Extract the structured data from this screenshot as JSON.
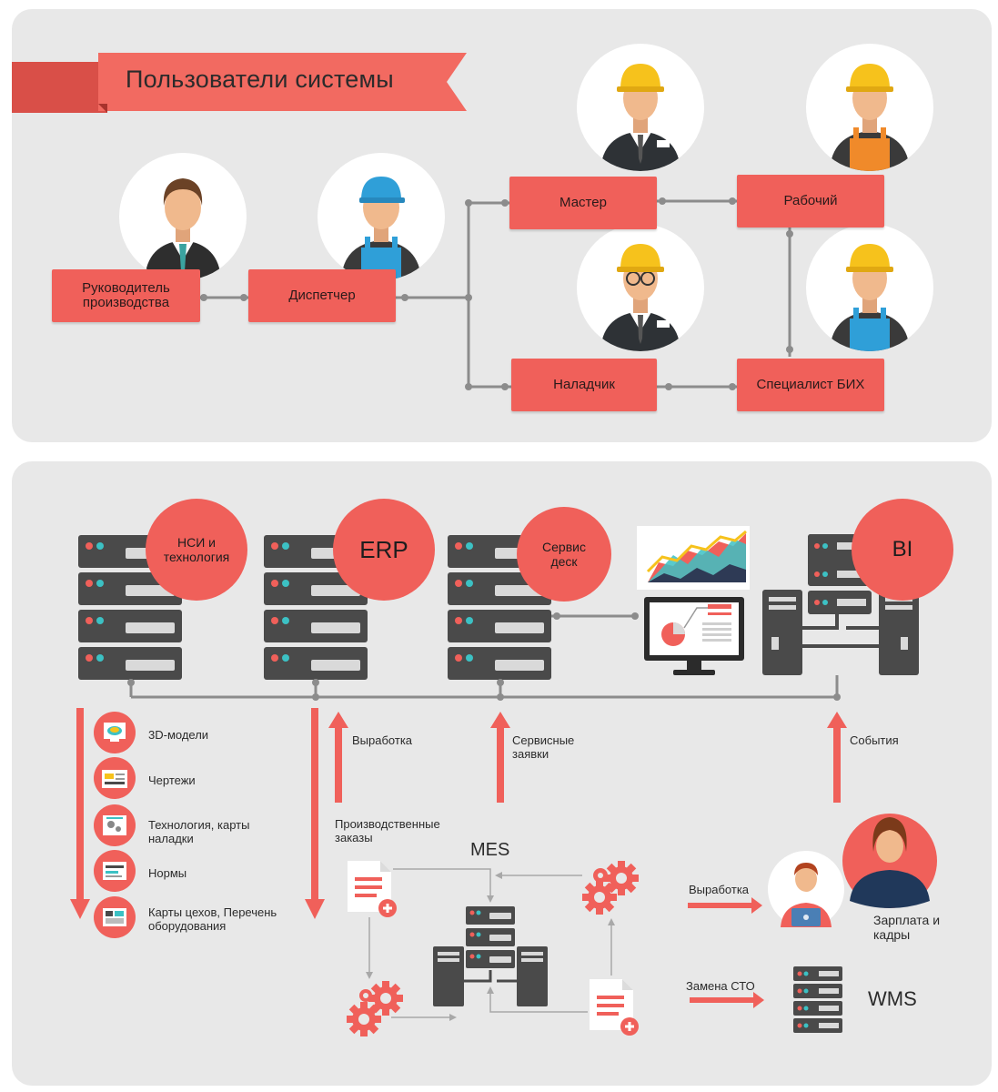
{
  "users_section": {
    "title": "Пользователи системы",
    "roles": {
      "head": "Руководитель производства",
      "dispatcher": "Диспетчер",
      "master": "Мастер",
      "worker": "Рабочий",
      "adjuster": "Наладчик",
      "specialist": "Специалист БИХ"
    }
  },
  "systems_section": {
    "servers": {
      "nsi": "НСИ и технология",
      "erp": "ERP",
      "service_desk": "Сервис деск",
      "bi": "BI"
    },
    "flows": {
      "vyrabotka": "Выработка",
      "service_requests": "Сервисные заявки",
      "events": "События",
      "production_orders": "Производственные заказы"
    },
    "nsi_items": [
      {
        "label": "3D-модели",
        "icon": "3d-model-icon"
      },
      {
        "label": "Чертежи",
        "icon": "drawing-icon"
      },
      {
        "label": "Технология, карты наладки",
        "icon": "technology-icon"
      },
      {
        "label": "Нормы",
        "icon": "norms-icon"
      },
      {
        "label": "Карты цехов, Перечень оборудования",
        "icon": "workshop-map-icon"
      }
    ],
    "mes": "MES",
    "hr_flow": "Выработка",
    "hr_label": "Зарплата и кадры",
    "wms_flow": "Замена СТО",
    "wms": "WMS"
  },
  "colors": {
    "accent": "#f0605a",
    "panel": "#e8e8e8",
    "server_dark": "#4a4a4a",
    "connector": "#8c8c8c"
  }
}
